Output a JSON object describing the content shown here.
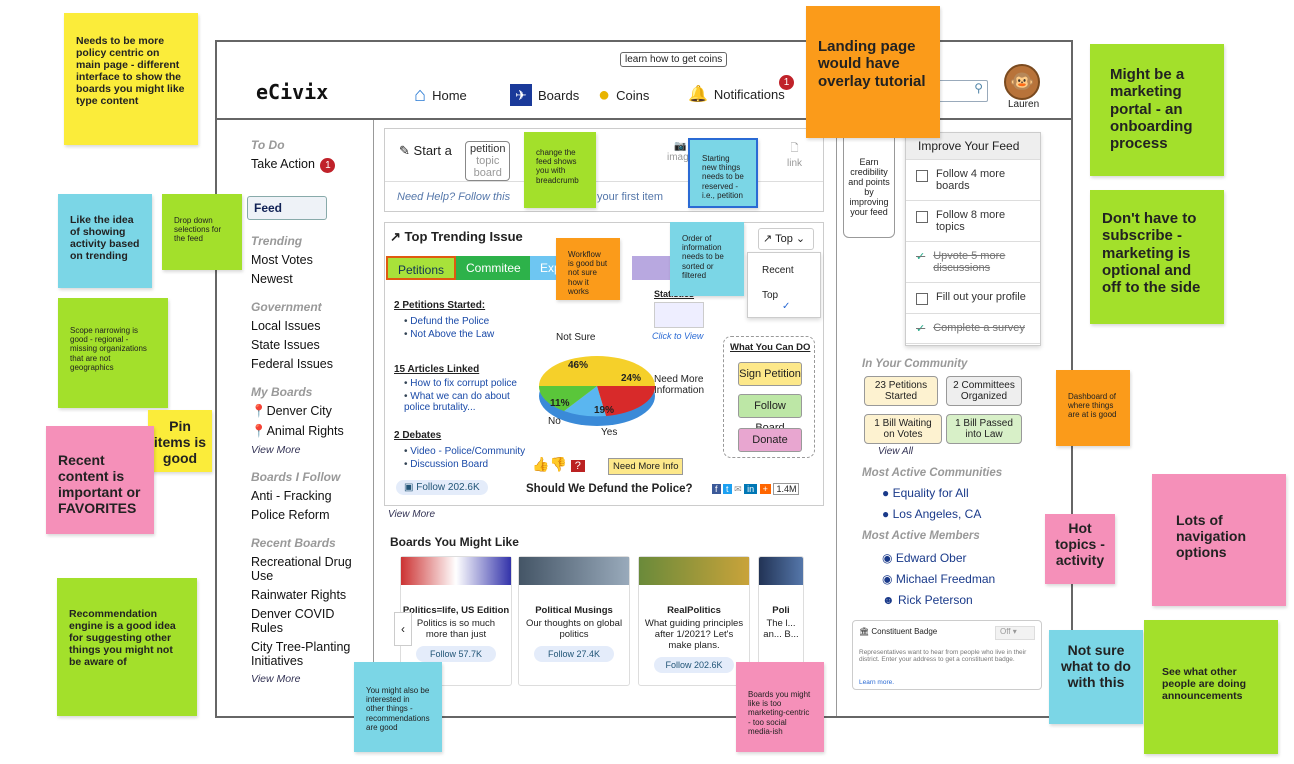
{
  "app": {
    "logo": "eCivix",
    "user": "Lauren"
  },
  "nav": {
    "home": "Home",
    "boards": "Boards",
    "coins": "Coins",
    "notifications": "Notifications",
    "notif_count": "1",
    "coin_tip": "learn how to get coins"
  },
  "sidebar": {
    "todo_head": "To Do",
    "take_action": "Take Action",
    "take_action_count": "1",
    "feed": "Feed",
    "trending_head": "Trending",
    "most_votes": "Most Votes",
    "newest": "Newest",
    "gov_head": "Government",
    "local": "Local Issues",
    "state": "State Issues",
    "federal": "Federal Issues",
    "myboards_head": "My Boards",
    "denver": "Denver City",
    "animal": "Animal Rights",
    "view_more": "View More",
    "follow_head": "Boards I Follow",
    "fracking": "Anti - Fracking",
    "police": "Police Reform",
    "recent_head": "Recent Boards",
    "drug": "Recreational Drug Use",
    "rain": "Rainwater Rights",
    "covid": "Denver COVID Rules",
    "tree": "City Tree-Planting Initiatives",
    "view_more2": "View More"
  },
  "composer": {
    "start": "Start a",
    "petition": "petition",
    "topic": "topic",
    "board": "board",
    "image": "image",
    "link": "link",
    "help": "Need Help? Follow this",
    "help2": "your first item"
  },
  "trending": {
    "title": "Top Trending Issue",
    "sort": "Top",
    "sort_options": [
      "Recent",
      "Top"
    ],
    "tabs": [
      "Petitions",
      "Commitee",
      "Exp"
    ],
    "petitions_head": "2 Petitions Started:",
    "petitions": [
      "Defund the Police",
      "Not Above the Law"
    ],
    "articles_head": "15 Articles Linked",
    "articles": [
      "How to fix corrupt police",
      "What we can do about police brutality..."
    ],
    "debates_head": "2 Debates",
    "debates": [
      "Video - Police/Community",
      "Discussion Board"
    ],
    "statistics": "Statistics",
    "click_view": "Click to View",
    "pie_labels": {
      "not_sure": "Not Sure",
      "need_more": "Need More Information",
      "no": "No",
      "yes": "Yes"
    },
    "pie_values": {
      "p46": "46%",
      "p24": "24%",
      "p19": "19%",
      "p11": "11%"
    },
    "what_you_can_do": "What You Can DO",
    "sign": "Sign Petition",
    "follow_board": "Follow Board",
    "donate": "Donate",
    "need_more_info": "Need More Info",
    "question": "Should We Defund the Police?",
    "follow": "Follow",
    "follow_count": "202.6K",
    "share_count": "1.4M",
    "view_more": "View More"
  },
  "boards_like": {
    "title": "Boards You Might Like",
    "items": [
      {
        "title": "Politics=life, US Edition",
        "desc": "Politics is so much more than just",
        "follow": "Follow",
        "count": "57.7K"
      },
      {
        "title": "Political Musings",
        "desc": "Our thoughts on global politics",
        "follow": "Follow",
        "count": "27.4K"
      },
      {
        "title": "RealPolitics",
        "desc": "What guiding principles after 1/2021? Let's make plans.",
        "follow": "Follow",
        "count": "202.6K"
      },
      {
        "title": "Poli",
        "desc": "The l... an... B...",
        "follow": "",
        "count": ""
      }
    ]
  },
  "right": {
    "earn": "Earn credibility and points by improving your feed",
    "improve": "Improve Your Feed",
    "tasks": [
      "Follow 4 more boards",
      "Follow 8 more topics",
      "Upvote 5 more discussions",
      "Fill out your profile",
      "Complete a survey"
    ],
    "community_head": "In Your Community",
    "c1": "23 Petitions Started",
    "c2": "2 Committees Organized",
    "c3": "1 Bill Waiting on Votes",
    "c4": "1 Bill Passed into Law",
    "view_all": "View All",
    "communities_head": "Most Active Communities",
    "eq": "Equality for All",
    "la": "Los Angeles, CA",
    "members_head": "Most Active Members",
    "m1": "Edward Ober",
    "m2": "Michael Freedman",
    "m3": "Rick Peterson",
    "badge_title": "Constituent Badge",
    "badge_toggle": "Off",
    "badge_text": "Representatives want to hear from people who live in their district. Enter your address to get a constituent badge.",
    "learn_more": "Learn more."
  },
  "notes": {
    "n1": "Needs to be more policy centric on main page - different interface to show the boards you might like type content",
    "n2": "Landing page would have overlay tutorial",
    "n3": "Might be a marketing portal - an onboarding process",
    "n4": "Like the idea of showing activity based on trending",
    "n5": "Drop down selections for the feed",
    "n6": "change the feed shows you with breadcrumb",
    "n7": "Starting new things needs to be reserved - i.e., petition",
    "n8": "Don't have to subscribe - marketing is optional and off to the side",
    "n9": "Workflow is good but not sure how it works",
    "n10": "Order of information needs to be sorted or filtered",
    "n11": "Scope narrowing is good - regional - missing organizations that are not geographics",
    "n12": "Pin items is good",
    "n13": "Recent content is important or FAVORITES",
    "n14": "Dashboard of where things are at is good",
    "n15": "Hot topics - activity",
    "n16": "Lots of navigation options",
    "n17": "Recommendation engine is a good idea for suggesting other things you might not be aware of",
    "n18": "You might also be interested in other things - recommendations are good",
    "n19": "Boards you might like is too marketing-centric - too social media-ish",
    "n20": "Not sure what to do with this",
    "n21": "See what other people are doing announcements"
  }
}
